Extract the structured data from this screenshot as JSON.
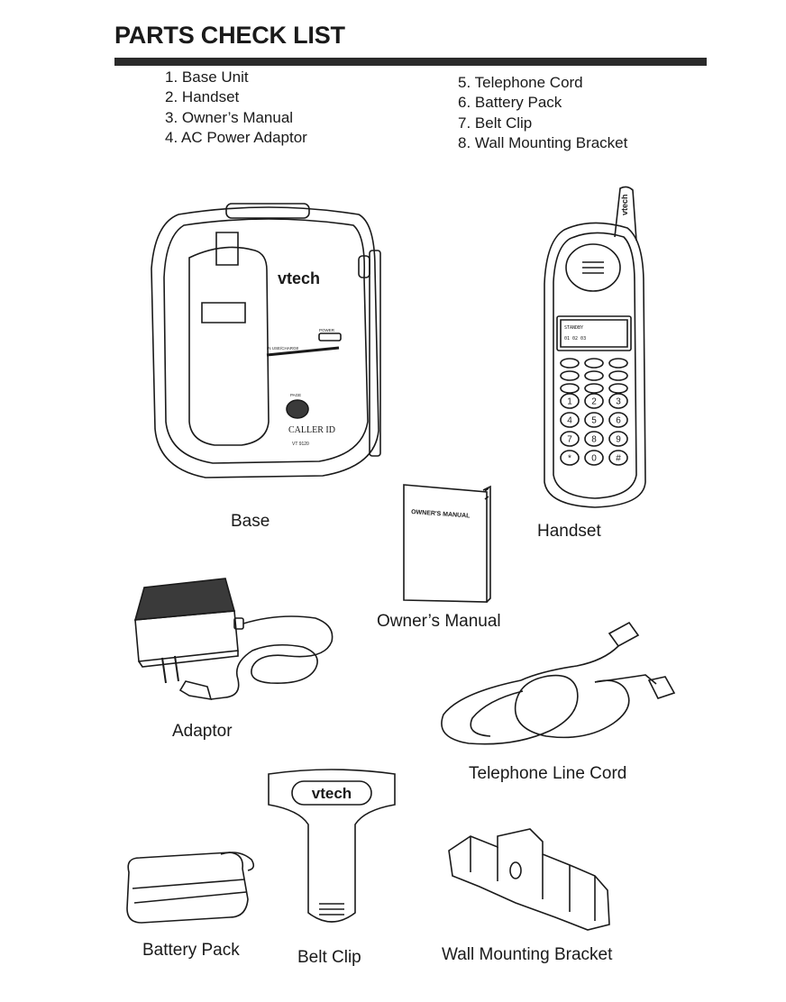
{
  "page": {
    "title": "PARTS CHECK LIST",
    "parts_left": [
      {
        "num": "1.",
        "name": "Base Unit"
      },
      {
        "num": "2.",
        "name": "Handset"
      },
      {
        "num": "3.",
        "name": "Owner’s Manual"
      },
      {
        "num": "4.",
        "name": "AC Power Adaptor"
      }
    ],
    "parts_right": [
      {
        "num": "5.",
        "name": "Telephone Cord"
      },
      {
        "num": "6.",
        "name": "Battery Pack"
      },
      {
        "num": "7.",
        "name": "Belt Clip"
      },
      {
        "num": "8.",
        "name": "Wall Mounting Bracket"
      }
    ]
  },
  "captions": {
    "base": "Base",
    "handset": "Handset",
    "owners_manual": "Owner’s Manual",
    "adaptor": "Adaptor",
    "telephone_line_cord": "Telephone Line Cord",
    "battery_pack": "Battery Pack",
    "belt_clip": "Belt Clip",
    "wall_mounting_bracket": "Wall Mounting Bracket"
  },
  "artwork": {
    "base_brand": "vtech",
    "base_caller_id": "CALLER ID",
    "base_model": "VT 9120",
    "base_power": "POWER",
    "base_in_use": "IN USE/CHARGE",
    "base_page": "PAGE",
    "handset_brand": "vtech",
    "handset_display_line1": "STANDBY",
    "handset_display_line2": "01 02 03",
    "manual_cover": "OWNER'S MANUAL",
    "clip_brand": "vtech",
    "keypad": [
      "1",
      "2",
      "3",
      "4",
      "5",
      "6",
      "7",
      "8",
      "9",
      "*",
      "0",
      "#"
    ]
  },
  "colors": {
    "ink": "#1a1a1a",
    "paper": "#ffffff",
    "rule": "#2a2a2a"
  }
}
